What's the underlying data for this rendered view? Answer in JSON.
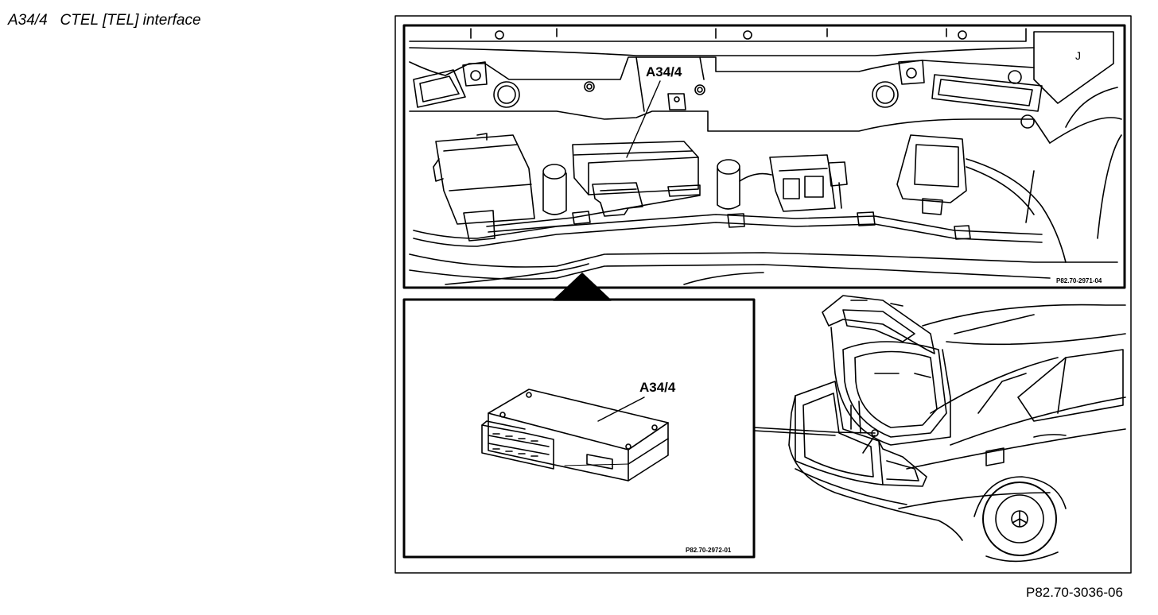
{
  "title": "A34/4   CTEL [TEL] interface",
  "figure_ref": "P82.70-3036-06",
  "callouts": {
    "top_label": "A34/4",
    "detail_label": "A34/4"
  },
  "sub_refs": {
    "top": "P82.70-2971-04",
    "detail": "P82.70-2972-01"
  }
}
